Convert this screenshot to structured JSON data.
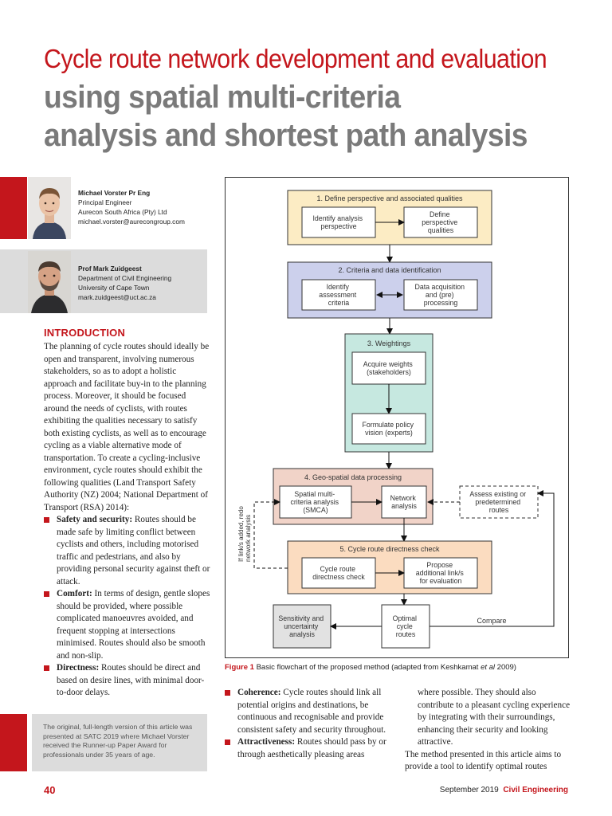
{
  "header": {
    "title_line1": "Cycle route network development and evaluation",
    "title_line2": "using spatial multi-criteria",
    "title_line3": "analysis and shortest path analysis"
  },
  "authors": [
    {
      "name": "Michael Vorster Pr Eng",
      "role": "Principal Engineer",
      "org": "Aurecon South Africa (Pty) Ltd",
      "email": "michael.vorster@aurecongroup.com"
    },
    {
      "name": "Prof Mark Zuidgeest",
      "role": "Department of Civil Engineering",
      "org": "University of Cape Town",
      "email": "mark.zuidgeest@uct.ac.za"
    }
  ],
  "intro": {
    "heading": "INTRODUCTION",
    "paragraph": "The planning of cycle routes should ideally be open and transparent, involving numerous stakeholders, so as to adopt a holistic approach and facilitate buy-in to the planning process. Moreover, it should be focused around the needs of cyclists, with routes exhibiting the qualities necessary to satisfy both existing cyclists, as well as to encourage cycling as a viable alternative mode of transportation. To create a cycling-inclusive environment, cycle routes should exhibit the following qualities (Land Transport Safety Authority (NZ) 2004; National Department of Transport (RSA) 2014):",
    "bullets": [
      {
        "term": "Safety and security:",
        "text": " Routes should be made safe by limiting conflict between cyclists and others, including motorised traffic and pedestrians, and also by providing personal security against theft or attack."
      },
      {
        "term": "Comfort:",
        "text": " In terms of design, gentle slopes should be provided, where possible complicated manoeuvres avoided, and frequent stopping at intersections minimised. Routes should also be smooth and non-slip."
      },
      {
        "term": "Directness:",
        "text": " Routes should be direct and based on desire lines, with minimal door-to-door delays."
      }
    ]
  },
  "note": "The original, full-length version of this article was presented at SATC 2019 where Michael Vorster received the Runner-up Paper Award for professionals under 35 years of age.",
  "flowchart": {
    "step1": {
      "title": "1. Define perspective and associated qualities",
      "left": [
        "Identify analysis",
        "perspective"
      ],
      "right": [
        "Define",
        "perspective",
        "qualities"
      ]
    },
    "step2": {
      "title": "2. Criteria and data identification",
      "left": [
        "Identify",
        "assessment",
        "criteria"
      ],
      "right": [
        "Data acquisition",
        "and (pre)",
        "processing"
      ]
    },
    "step3": {
      "title": "3. Weightings",
      "top": [
        "Acquire weights",
        "(stakeholders)"
      ],
      "bottom": [
        "Formulate policy",
        "vision (experts)"
      ]
    },
    "step4": {
      "title": "4. Geo-spatial data processing",
      "left": [
        "Spatial multi-",
        "criteria analysis",
        "(SMCA)"
      ],
      "right": [
        "Network",
        "analysis"
      ]
    },
    "assess": [
      "Assess existing or",
      "predetermined",
      "routes"
    ],
    "step5": {
      "title": "5. Cycle route directness check",
      "left": [
        "Cycle route",
        "directness check"
      ],
      "right": [
        "Propose",
        "additional link/s",
        "for evaluation"
      ]
    },
    "sensitivity": [
      "Sensitivity and",
      "uncertainty",
      "analysis"
    ],
    "optimal": [
      "Optimal",
      "cycle",
      "routes"
    ],
    "compare": "Compare",
    "side_label": [
      "If link/s added, redo",
      "network analysis"
    ]
  },
  "figure": {
    "label": "Figure 1",
    "caption_pre": " Basic flowchart of the proposed method (adapted from Keshkamat ",
    "caption_em": "et al",
    "caption_post": " 2009)"
  },
  "col2": {
    "bullets": [
      {
        "term": "Coherence:",
        "text": " Cycle routes should link all potential origins and destinations, be continuous and recognisable and provide consistent safety and security throughout."
      },
      {
        "term": "Attractiveness:",
        "text": " Routes should pass by or through aesthetically pleasing areas"
      }
    ]
  },
  "col3": {
    "continuation": "where possible. They should also contribute to a pleasant cycling experience by integrating with their surroundings, enhancing their security and looking attractive.",
    "paragraph": "The method presented in this article aims to provide a tool to identify optimal routes"
  },
  "footer": {
    "page": "40",
    "date": "September 2019",
    "magazine": "Civil Engineering"
  },
  "colors": {
    "accent_red": "#c4161c",
    "step1": "#fcecc4",
    "step2": "#ccd0ec",
    "step3": "#c6e8e0",
    "step4": "#f1d3c8",
    "step5": "#fbdcc0"
  }
}
